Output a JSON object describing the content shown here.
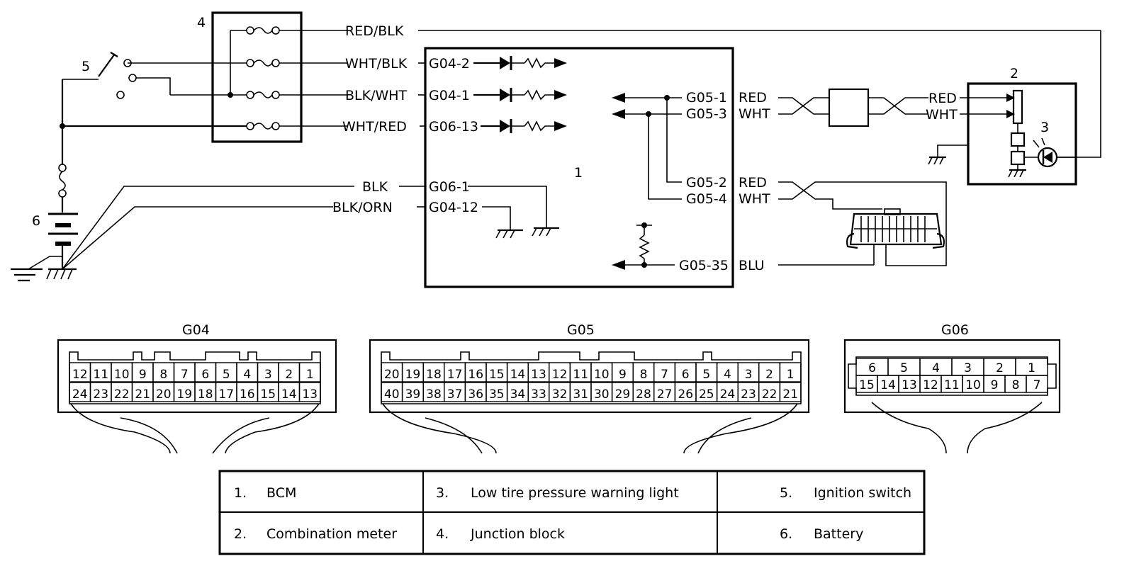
{
  "components": {
    "bcm_number": "1",
    "meter_number": "2",
    "light_number": "3",
    "junction_number": "4",
    "ignition_number": "5",
    "battery_number": "6"
  },
  "wires": {
    "red_blk": "RED/BLK",
    "wht_blk": "WHT/BLK",
    "blk_wht": "BLK/WHT",
    "wht_red": "WHT/RED",
    "blk": "BLK",
    "blk_orn": "BLK/ORN",
    "red": "RED",
    "wht": "WHT",
    "blu": "BLU"
  },
  "bcm_terminals": {
    "g04_2": "G04-2",
    "g04_1": "G04-1",
    "g06_13": "G06-13",
    "g06_1": "G06-1",
    "g04_12": "G04-12",
    "g05_1": "G05-1",
    "g05_3": "G05-3",
    "g05_2": "G05-2",
    "g05_4": "G05-4",
    "g05_35": "G05-35"
  },
  "connectors": {
    "g04": {
      "name": "G04",
      "top": [
        "12",
        "11",
        "10",
        "9",
        "8",
        "7",
        "6",
        "5",
        "4",
        "3",
        "2",
        "1"
      ],
      "bottom": [
        "24",
        "23",
        "22",
        "21",
        "20",
        "19",
        "18",
        "17",
        "16",
        "15",
        "14",
        "13"
      ]
    },
    "g05": {
      "name": "G05",
      "top": [
        "20",
        "19",
        "18",
        "17",
        "16",
        "15",
        "14",
        "13",
        "12",
        "11",
        "10",
        "9",
        "8",
        "7",
        "6",
        "5",
        "4",
        "3",
        "2",
        "1"
      ],
      "bottom": [
        "40",
        "39",
        "38",
        "37",
        "36",
        "35",
        "34",
        "33",
        "32",
        "31",
        "30",
        "29",
        "28",
        "27",
        "26",
        "25",
        "24",
        "23",
        "22",
        "21"
      ]
    },
    "g06": {
      "name": "G06",
      "top": [
        "6",
        "5",
        "4",
        "3",
        "2",
        "1"
      ],
      "bottom": [
        "15",
        "14",
        "13",
        "12",
        "11",
        "10",
        "9",
        "8",
        "7"
      ]
    }
  },
  "legend": [
    {
      "num": "1.",
      "label": "BCM"
    },
    {
      "num": "3.",
      "label": "Low tire pressure warning light"
    },
    {
      "num": "5.",
      "label": "Ignition switch"
    },
    {
      "num": "2.",
      "label": "Combination meter"
    },
    {
      "num": "4.",
      "label": "Junction block"
    },
    {
      "num": "6.",
      "label": "Battery"
    }
  ]
}
